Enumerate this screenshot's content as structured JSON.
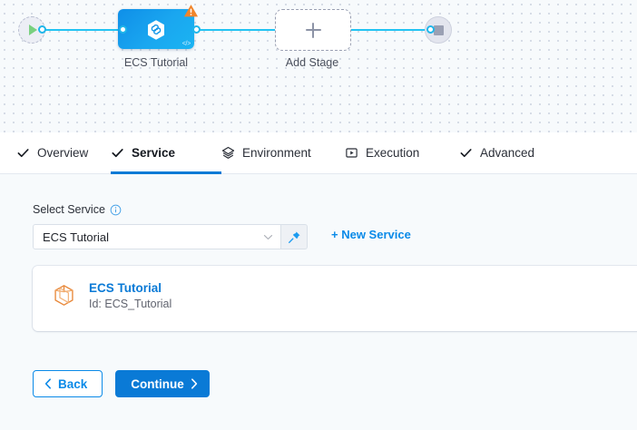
{
  "canvas": {
    "start_node": {
      "icon": "play-icon",
      "name": "pipeline-start"
    },
    "end_node": {
      "icon": "stop-icon",
      "name": "pipeline-end"
    },
    "stage": {
      "label": "ECS Tutorial",
      "icon": "harness-hexagon-icon",
      "badge_icon": "warning-triangle-icon",
      "corner_icon": "code-icon"
    },
    "add_stage": {
      "label": "Add Stage",
      "icon": "plus-icon"
    },
    "edge_color": "#22c3f3",
    "node_color": "#1296e8",
    "warning_color": "#f0842a"
  },
  "tabs": [
    {
      "label": "Overview",
      "icon": "check-icon",
      "active": false
    },
    {
      "label": "Service",
      "icon": "check-icon",
      "active": true
    },
    {
      "label": "Environment",
      "icon": "layers-icon",
      "active": false
    },
    {
      "label": "Execution",
      "icon": "play-box-icon",
      "active": false
    },
    {
      "label": "Advanced",
      "icon": "check-icon",
      "active": false
    }
  ],
  "form": {
    "field_label": "Select Service",
    "info_icon": "info-icon",
    "select_value": "ECS Tutorial",
    "select_placeholder": "Select Service",
    "dropdown_icon": "chevron-down-icon",
    "pin_icon": "pin-icon",
    "new_service_label": "+ New Service",
    "service_card": {
      "icon": "cube-icon",
      "title": "ECS Tutorial",
      "subtitle": "Id: ECS_Tutorial"
    },
    "buttons": {
      "back_label": "Back",
      "back_icon": "chevron-left-icon",
      "continue_label": "Continue",
      "continue_icon": "chevron-right-icon"
    }
  },
  "colors": {
    "accent_blue": "#0a7ad6",
    "link_blue": "#0a8ae8",
    "canvas_bg": "#f7fafc",
    "form_bg": "#f7fafc",
    "cube_orange": "#e8883a"
  }
}
